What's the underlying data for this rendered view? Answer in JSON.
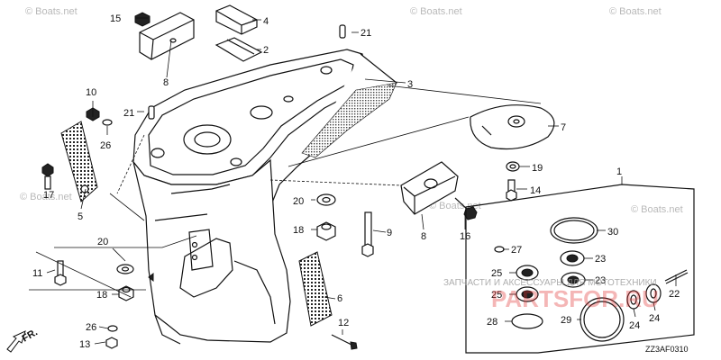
{
  "diagram": {
    "drawing_code": "ZZ3AF0310",
    "direction_label": "FR.",
    "callouts": {
      "c1": "1",
      "c2": "2",
      "c3": "3",
      "c4": "4",
      "c5": "5",
      "c6": "6",
      "c7": "7",
      "c8a": "8",
      "c8b": "8",
      "c9": "9",
      "c10": "10",
      "c11": "11",
      "c12": "12",
      "c13": "13",
      "c14": "14",
      "c15": "15",
      "c16": "16",
      "c17": "17",
      "c18a": "18",
      "c18b": "18",
      "c19": "19",
      "c20a": "20",
      "c20b": "20",
      "c21a": "21",
      "c21b": "21",
      "c22": "22",
      "c23a": "23",
      "c23b": "23",
      "c24a": "24",
      "c24b": "24",
      "c25a": "25",
      "c25b": "25",
      "c26a": "26",
      "c26b": "26",
      "c27": "27",
      "c28": "28",
      "c29": "29",
      "c30": "30"
    }
  },
  "watermarks": {
    "boats_top_left": "© Boats.net",
    "boats_top_mid": "© Boats.net",
    "boats_top_right": "© Boats.net",
    "boats_mid_left": "© Boats.net",
    "boats_center": "© Boats.net",
    "boats_right": "© Boats.net",
    "partsfor_ru_cyrillic": "ЗАПЧАСТИ И АКСЕССУАРЫ ДЛЯ МОТОТЕХНИКИ",
    "partsfor_ru_brand": "PARTSFOR.RU"
  }
}
